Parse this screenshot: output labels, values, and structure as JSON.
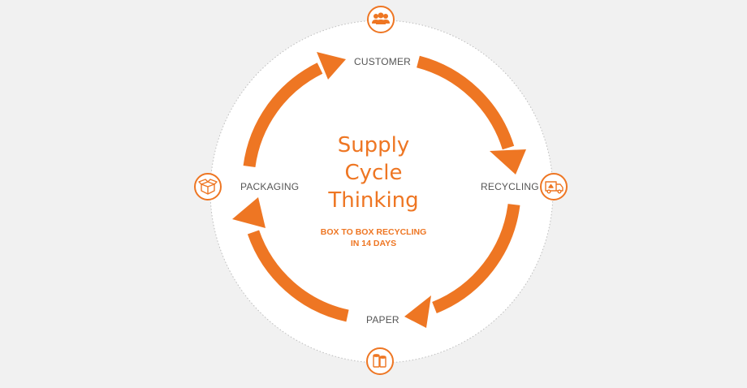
{
  "diagram": {
    "title_lines": [
      "Supply",
      "Cycle",
      "Thinking"
    ],
    "subtitle_lines": [
      "BOX TO BOX RECYCLING",
      "IN 14 DAYS"
    ],
    "stages": {
      "customer": {
        "label": "CUSTOMER",
        "icon": "people-icon"
      },
      "recycling": {
        "label": "RECYCLING",
        "icon": "recycling-truck-icon"
      },
      "paper": {
        "label": "PAPER",
        "icon": "paper-rolls-icon"
      },
      "packaging": {
        "label": "PACKAGING",
        "icon": "open-box-icon"
      }
    },
    "colors": {
      "accent": "#ee7623",
      "text": "#555555",
      "background": "#f1f1f1",
      "circle": "#ffffff"
    }
  }
}
